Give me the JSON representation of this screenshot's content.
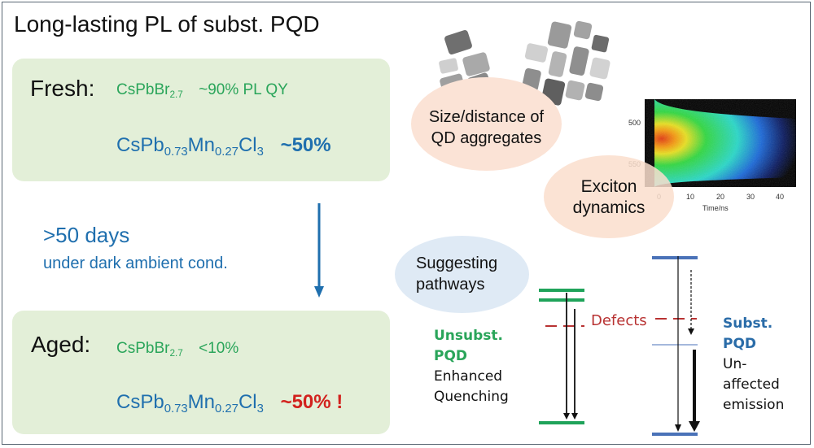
{
  "title": "Long-lasting PL of subst. PQD",
  "fresh": {
    "label": "Fresh:",
    "row1": {
      "formula_base": "CsPbBr",
      "formula_sub": "2.7",
      "value": "~90% PL QY"
    },
    "row2": {
      "f1": "CsPb",
      "s1": "0.73",
      "f2": "Mn",
      "s2": "0.27",
      "f3": "Cl",
      "s3": "3",
      "value": "~50%"
    }
  },
  "transition": {
    "duration": ">50 days",
    "condition": "under dark ambient cond."
  },
  "aged": {
    "label": "Aged:",
    "row1": {
      "formula_base": "CsPbBr",
      "formula_sub": "2.7",
      "value": "<10%"
    },
    "row2": {
      "f1": "CsPb",
      "s1": "0.73",
      "f2": "Mn",
      "s2": "0.27",
      "f3": "Cl",
      "s3": "3",
      "value": "~50% !"
    }
  },
  "bubbles": {
    "aggregates": {
      "line1": "Size/distance of",
      "line2": "QD aggregates"
    },
    "exciton": {
      "line1": "Exciton",
      "line2": "dynamics"
    },
    "pathways": {
      "line1": "Suggesting",
      "line2": "pathways"
    }
  },
  "streak_plot": {
    "y_ticks": [
      "500",
      "550"
    ],
    "x_ticks": [
      "0",
      "10",
      "20",
      "30",
      "40"
    ],
    "x_label": "Time/ns"
  },
  "energy_diagram": {
    "defects_label": "Defects",
    "unsubst": {
      "name1": "Unsubst.",
      "name2": "PQD",
      "desc1": "Enhanced",
      "desc2": "Quenching"
    },
    "subst": {
      "name1": "Subst.",
      "name2": "PQD",
      "desc1": "Un-",
      "desc2": "affected",
      "desc3": "emission"
    }
  },
  "colors": {
    "green": "#2aa55a",
    "blue": "#1f6fae",
    "red": "#d2221e",
    "box_bg": "#e3efd8",
    "peach_bubble": "#fbe3d6",
    "blue_bubble": "#dfeaf5",
    "level_green": "#1fa35a",
    "level_blue": "#4a72b8",
    "defect_red": "#b83232"
  }
}
